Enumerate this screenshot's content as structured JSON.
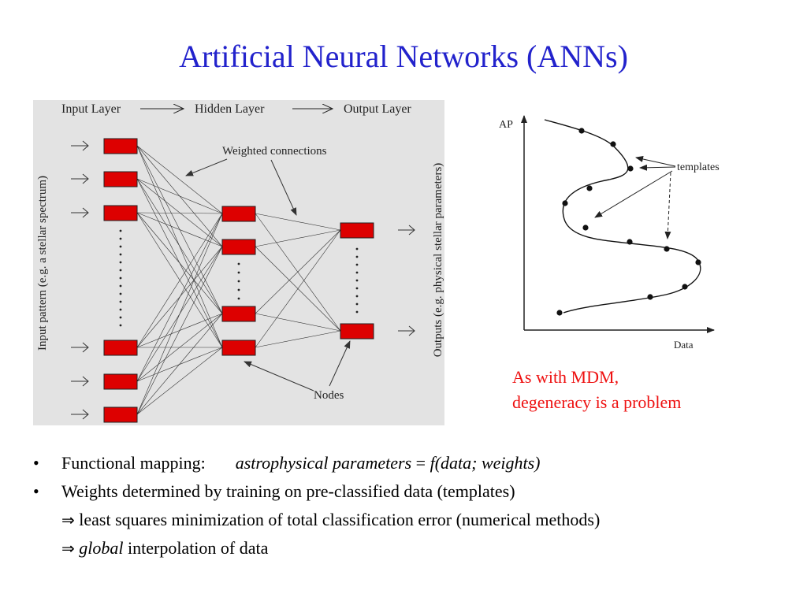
{
  "slide": {
    "title": "Artificial Neural Networks (ANNs)"
  },
  "network_diagram": {
    "background_color": "#e3e3e3",
    "node_color": "#dd0000",
    "header": {
      "input_layer": "Input Layer",
      "hidden_layer": "Hidden Layer",
      "output_layer": "Output Layer"
    },
    "weighted_connections_label": "Weighted connections",
    "nodes_label": "Nodes",
    "input_side_label": "Input pattern (e.g. a stellar spectrum)",
    "output_side_label": "Outputs (e.g. physical stellar parameters)"
  },
  "templates_plot": {
    "y_axis_label": "AP",
    "x_axis_label": "Data",
    "templates_label": "templates"
  },
  "note": {
    "line1": "As with MDM,",
    "line2": "degeneracy is a problem",
    "color": "#ee1111"
  },
  "bullets": {
    "item1_label": "Functional mapping:",
    "item1_formula_lhs": "astrophysical parameters",
    "item1_formula_eq": " = ",
    "item1_formula_rhs": "f(data; weights)",
    "item2": "Weights determined by training on pre-classified data (templates)",
    "sub1_symbol": "⇒",
    "sub1_text": "least squares minimization of total classification error (numerical methods)",
    "sub2_symbol": "⇒",
    "sub2_emphasis": "global",
    "sub2_text": "interpolation of data"
  }
}
